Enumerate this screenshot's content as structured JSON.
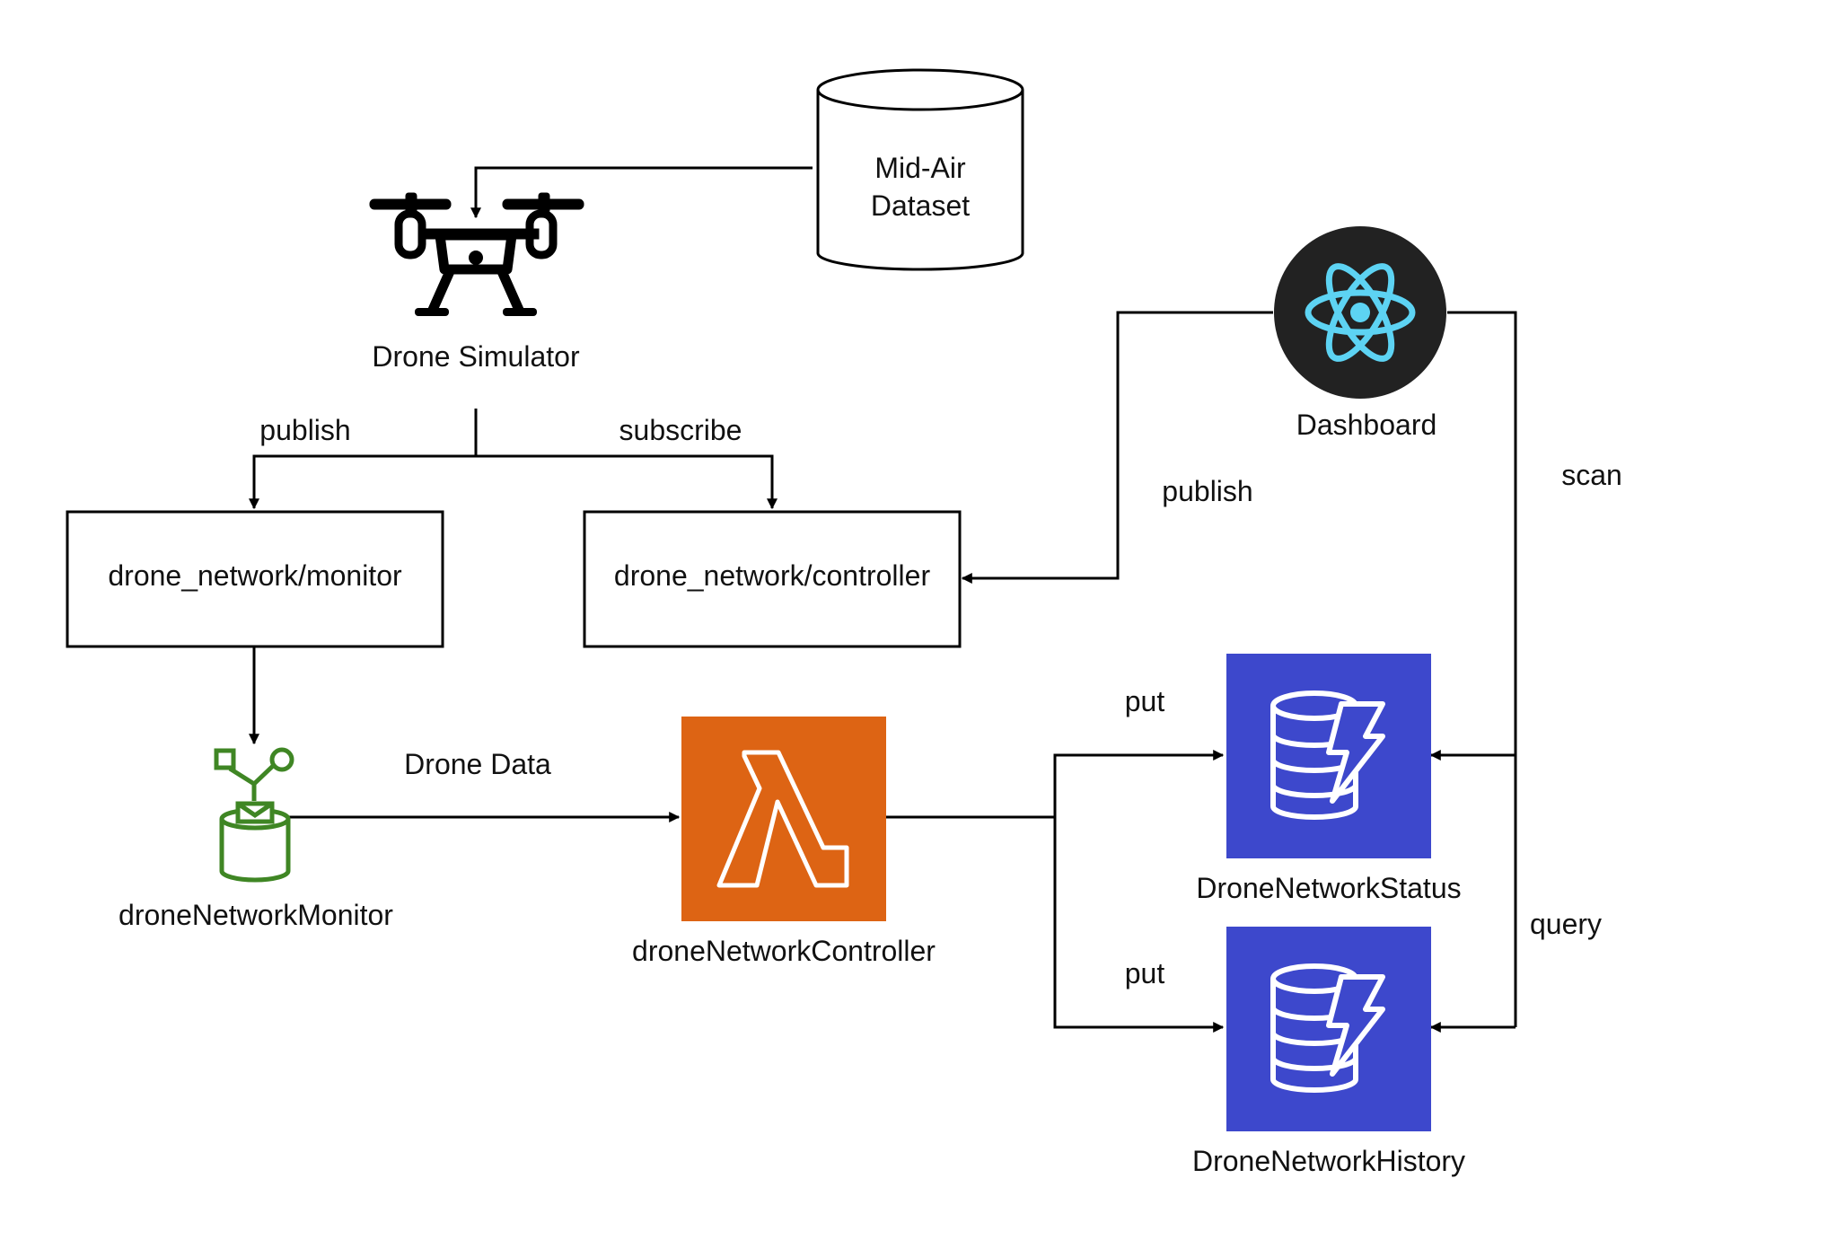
{
  "nodes": {
    "dataset": {
      "label_line1": "Mid-Air",
      "label_line2": "Dataset"
    },
    "drone_simulator": {
      "label": "Drone Simulator"
    },
    "dashboard": {
      "label": "Dashboard"
    },
    "topic_monitor": {
      "label": "drone_network/monitor"
    },
    "topic_controller": {
      "label": "drone_network/controller"
    },
    "monitor_rule": {
      "label": "droneNetworkMonitor"
    },
    "controller_lambda": {
      "label": "droneNetworkController"
    },
    "status_table": {
      "label": "DroneNetworkStatus"
    },
    "history_table": {
      "label": "DroneNetworkHistory"
    }
  },
  "edges": {
    "sim_publish": "publish",
    "sim_subscribe": "subscribe",
    "dashboard_publish": "publish",
    "dashboard_scan": "scan",
    "dashboard_query": "query",
    "drone_data": "Drone Data",
    "put_status": "put",
    "put_history": "put"
  },
  "colors": {
    "lambda": "#DD6414",
    "dynamodb": "#3D48CC",
    "react_bg": "#222222",
    "react_atom": "#5DD3F3",
    "iot": "#3F8624",
    "line": "#000000"
  },
  "icons": {
    "dataset": "database-cylinder-icon",
    "drone_simulator": "drone-icon",
    "dashboard": "react-icon",
    "monitor_rule": "iot-rule-icon",
    "controller_lambda": "lambda-icon",
    "status_table": "dynamodb-icon",
    "history_table": "dynamodb-icon"
  }
}
